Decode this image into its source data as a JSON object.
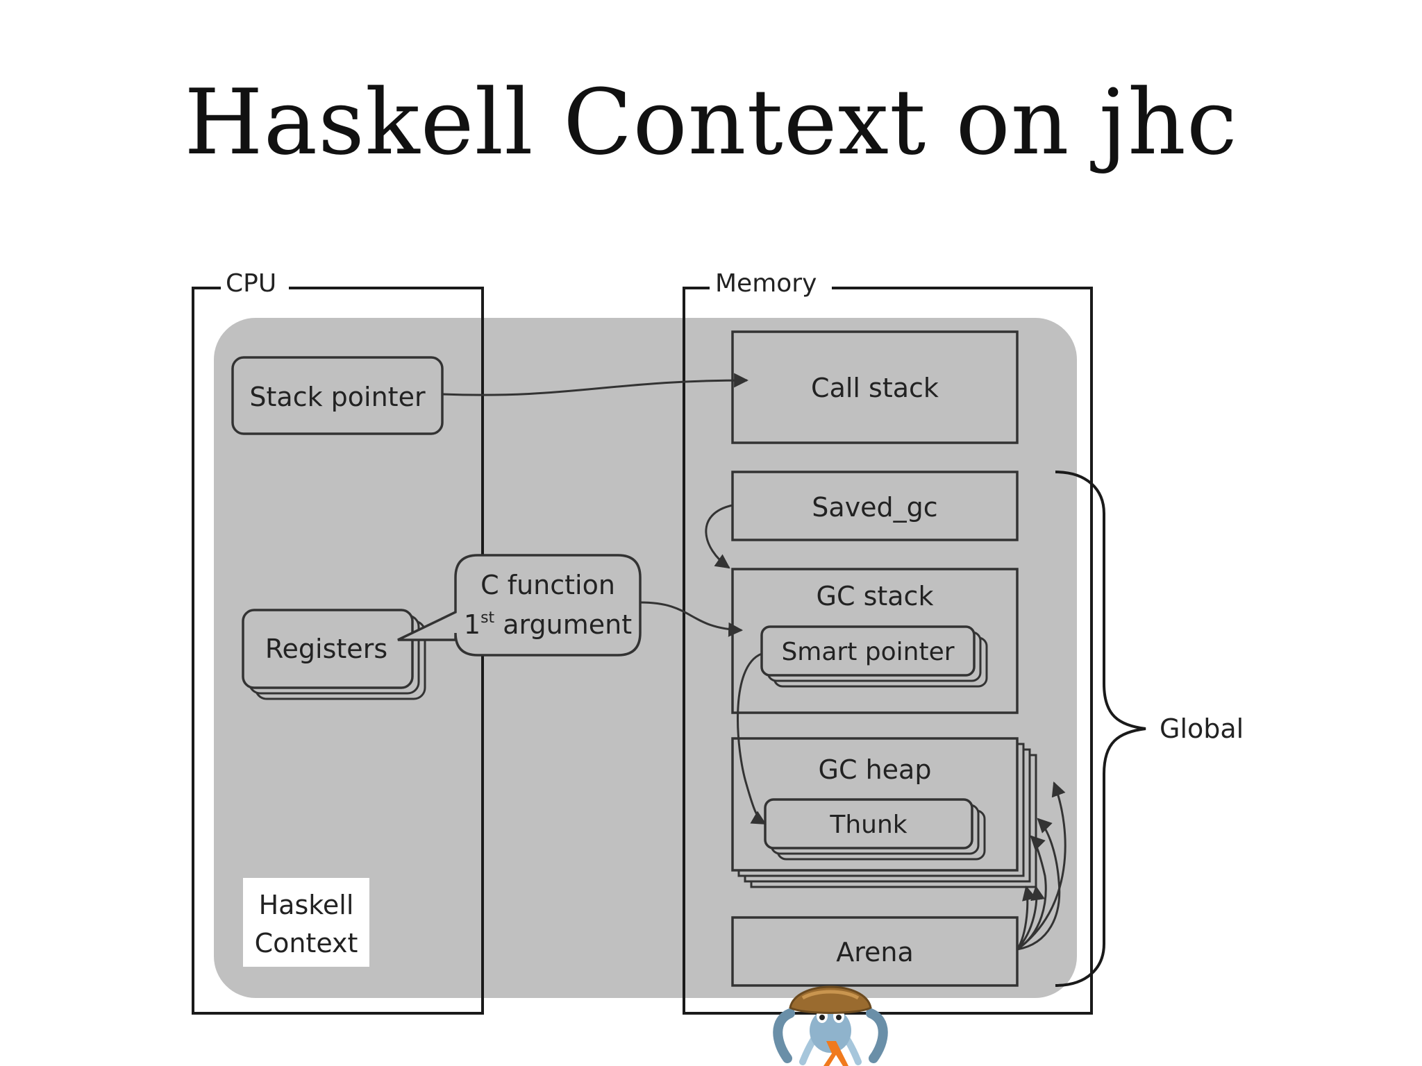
{
  "title": "Haskell Context on jhc",
  "diagram": {
    "cpu_label": "CPU",
    "memory_label": "Memory",
    "stack_pointer": "Stack pointer",
    "registers": "Registers",
    "c_function_line1": "C function",
    "c_function_line2_num": "1",
    "c_function_line2_sup": "st",
    "c_function_line2_rest": " argument",
    "call_stack": "Call stack",
    "saved_gc": "Saved_gc",
    "gc_stack": "GC stack",
    "smart_pointer": "Smart pointer",
    "gc_heap": "GC heap",
    "thunk": "Thunk",
    "arena": "Arena",
    "global": "Global",
    "haskell_context_line1": "Haskell",
    "haskell_context_line2": "Context"
  },
  "colors": {
    "context_region": "#c0c0c0",
    "lines": "#333333"
  },
  "icons": {
    "mascot": "jhc-crab-mascot-icon"
  }
}
